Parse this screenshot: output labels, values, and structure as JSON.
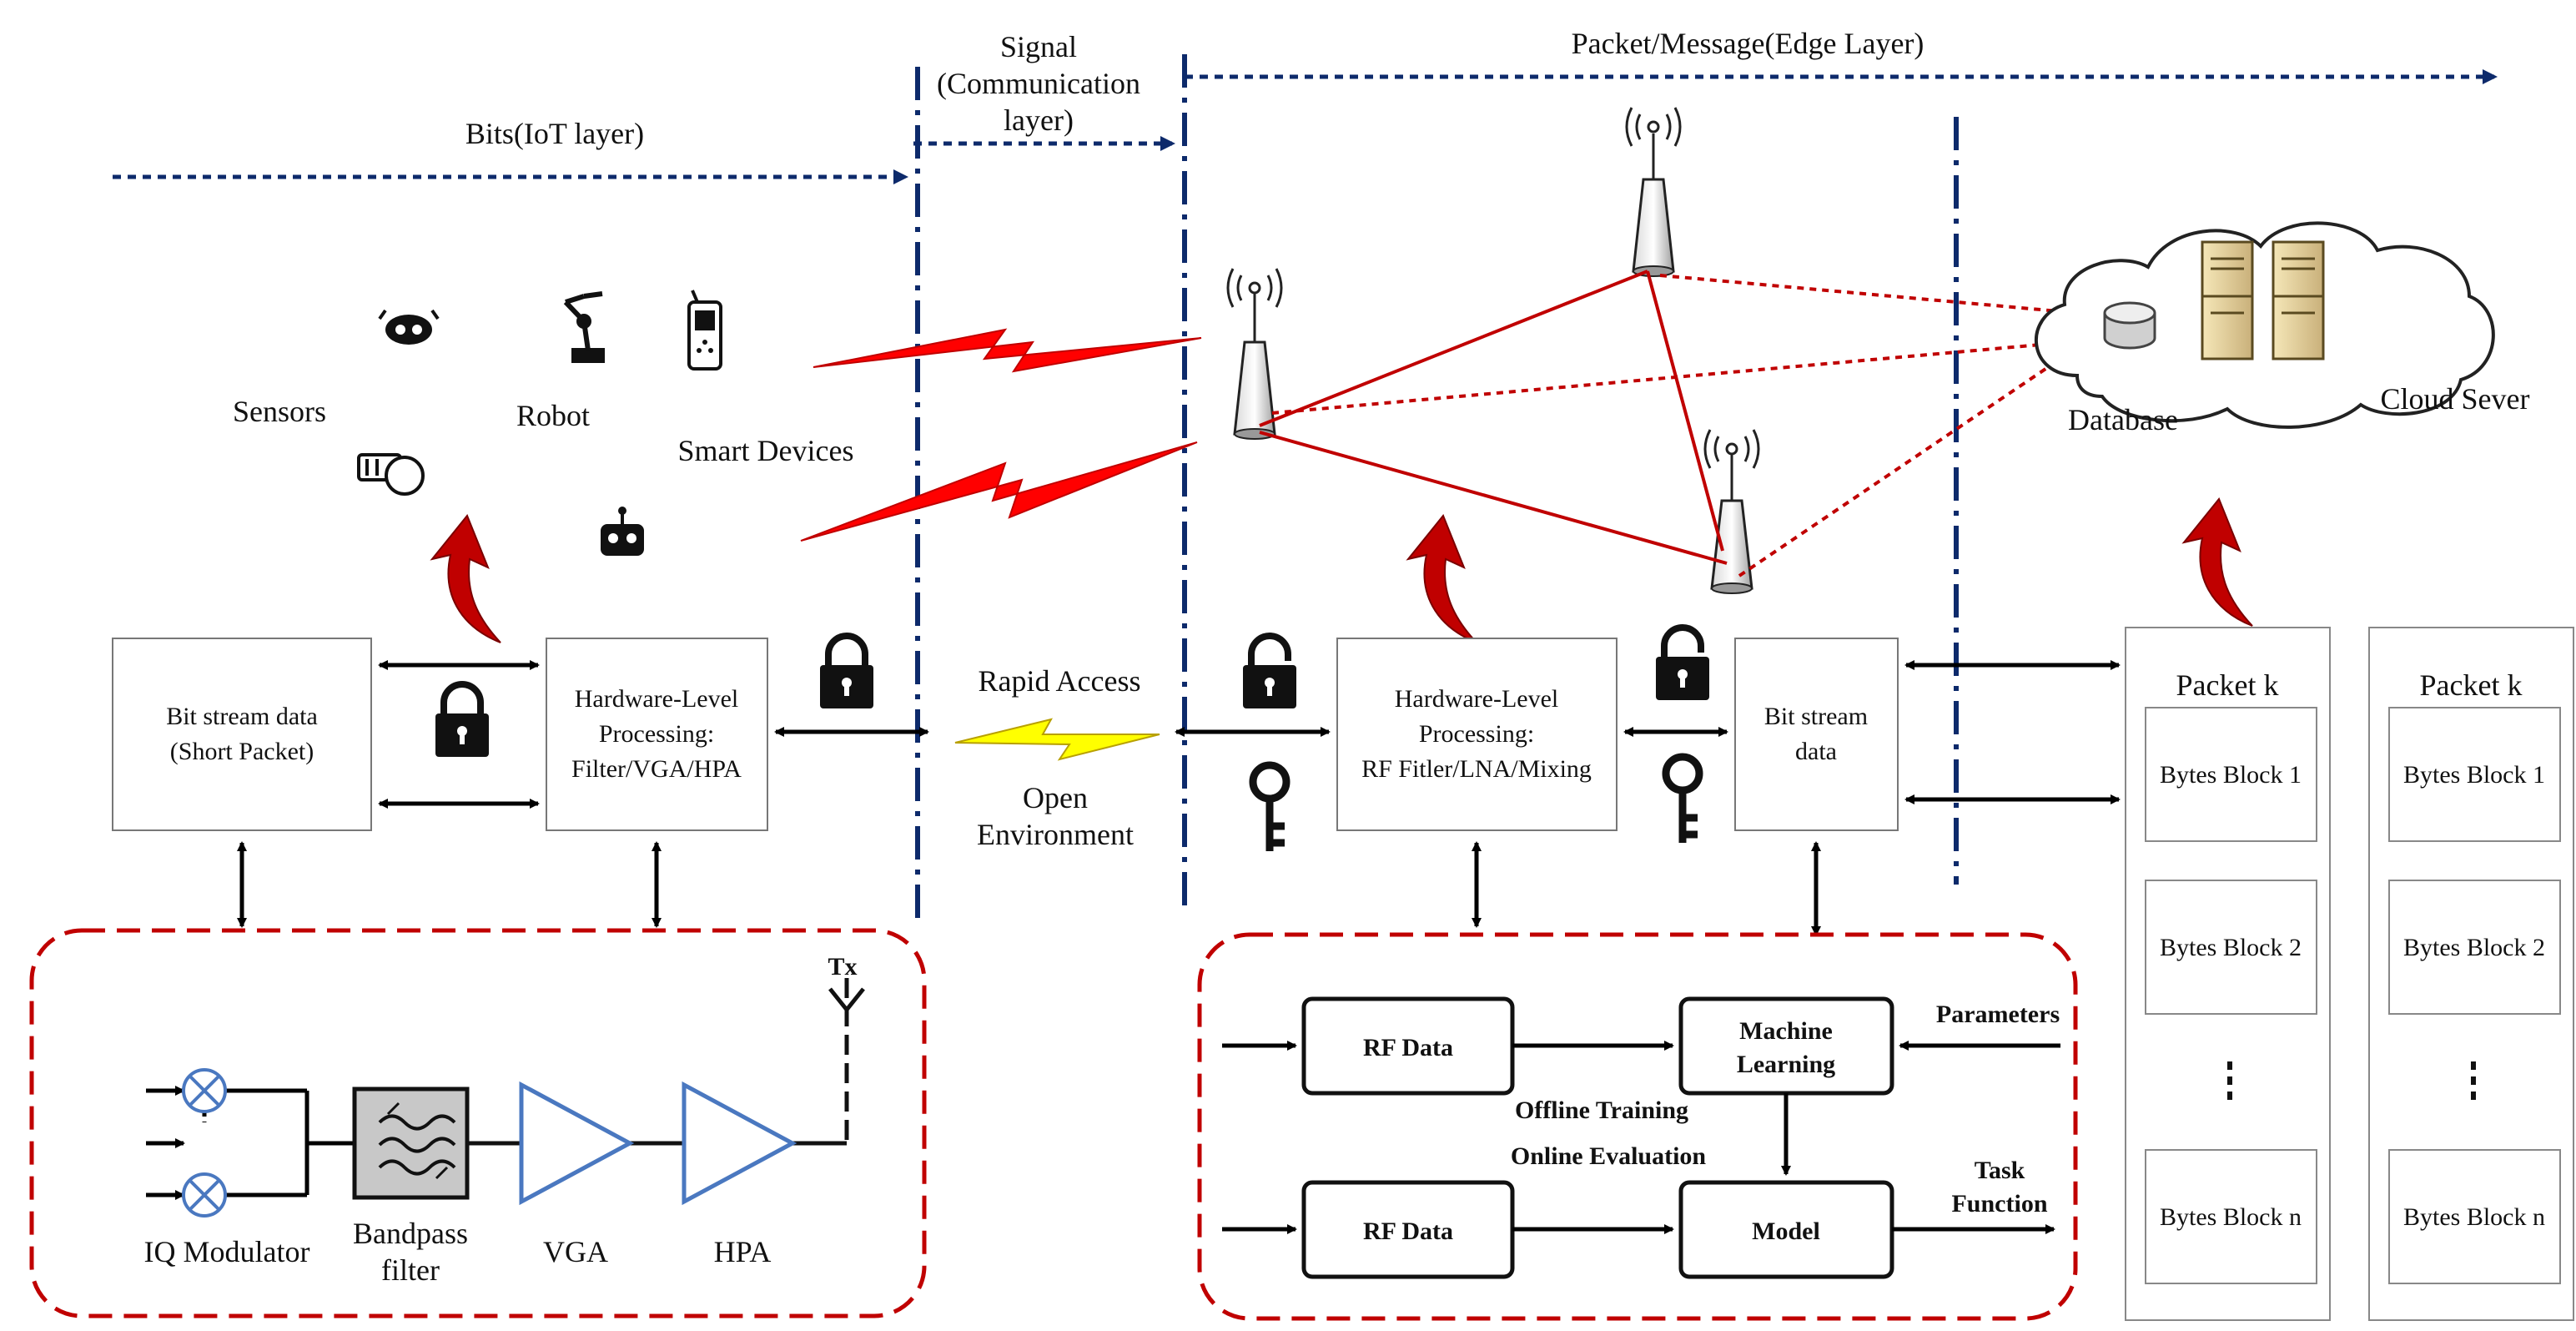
{
  "layers": {
    "iot": "Bits(IoT layer)",
    "signal_line1": "Signal",
    "signal_line2": "(Communication",
    "signal_line3": "layer)",
    "edge": "Packet/Message(Edge Layer)"
  },
  "devices": {
    "sensors": "Sensors",
    "robot": "Robot",
    "smart_devices": "Smart Devices"
  },
  "cloud": {
    "database": "Database",
    "cloud_server": "Cloud Sever"
  },
  "left_blocks": {
    "bitstream_line1": "Bit stream data",
    "bitstream_line2": "(Short Packet)",
    "hw_line1": "Hardware-Level",
    "hw_line2": "Processing:",
    "hw_line3": "Filter/VGA/HPA"
  },
  "channel": {
    "rapid_access": "Rapid Access",
    "open_line1": "Open",
    "open_line2": "Environment"
  },
  "right_blocks": {
    "hw_line1": "Hardware-Level",
    "hw_line2": "Processing:",
    "hw_line3": "RF Fitler/LNA/Mixing",
    "bitstream_line1": "Bit stream",
    "bitstream_line2": "data"
  },
  "packets": [
    {
      "title": "Packet k",
      "blocks": [
        "Bytes Block 1",
        "Bytes Block 2",
        "Bytes Block n"
      ]
    },
    {
      "title": "Packet k",
      "blocks": [
        "Bytes Block 1",
        "Bytes Block 2",
        "Bytes Block n"
      ]
    }
  ],
  "tx_chain": {
    "tx": "Tx",
    "iq_modulator": "IQ Modulator",
    "bandpass_line1": "Bandpass",
    "bandpass_line2": "filter",
    "vga": "VGA",
    "hpa": "HPA"
  },
  "ml": {
    "rf_data_1": "RF Data",
    "rf_data_2": "RF Data",
    "ml_line1": "Machine",
    "ml_line2": "Learning",
    "parameters": "Parameters",
    "offline": "Offline Training",
    "online": "Online Evaluation",
    "model": "Model",
    "task_line1": "Task",
    "task_line2": "Function"
  },
  "colors": {
    "dark_blue": "#0d2a6b",
    "red": "#c00000",
    "lightning_yellow": "#ffff00"
  }
}
